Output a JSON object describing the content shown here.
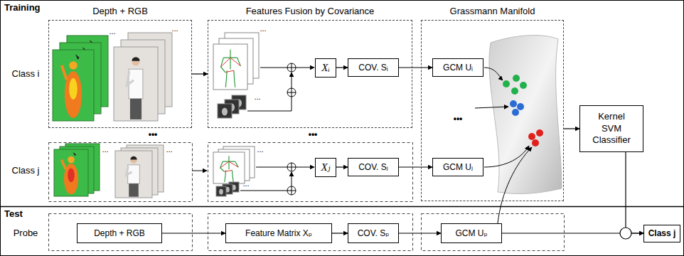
{
  "diagram": {
    "nodes": [
      {
        "text": [
          "Depth + RGB"
        ]
      },
      {
        "text": [
          "Features Fusion by Covariance"
        ]
      },
      {
        "text": [
          "Xᵢ"
        ],
        "in": 1
      },
      {
        "text": [
          "COV. Sᵢ"
        ],
        "in": 1
      },
      {
        "text": [
          "Grassmann Manifold"
        ]
      },
      {
        "text": [
          "GCM Uᵢ"
        ],
        "in": 4
      },
      {
        "text": [
          "GCM Uⱼ"
        ],
        "in": 4
      },
      {
        "text": [
          "Xⱼ"
        ]
      },
      {
        "text": [
          "COV. Sⱼ"
        ]
      },
      {
        "text": [
          "Kernel SVM Classifier"
        ]
      },
      {
        "text": [
          "Depth + RGB"
        ]
      },
      {
        "text": [
          "Feature Matrix Xₚ"
        ]
      },
      {
        "text": [
          "COV. Sₚ"
        ]
      },
      {
        "text": [
          "GCM Uₚ"
        ]
      },
      {
        "text": [
          "Class j"
        ]
      }
    ],
    "edges": [
      {
        "from": 0,
        "to": 1,
        "arrow": "to"
      },
      {
        "from": 2,
        "to": 3,
        "arrow": "to"
      },
      {
        "from": 3,
        "to": 5,
        "arrow": "to"
      },
      {
        "from": 7,
        "to": 8,
        "arrow": "to"
      },
      {
        "from": 8,
        "to": 6,
        "arrow": "to"
      },
      {
        "from": 4,
        "to": 9,
        "arrow": "to"
      },
      {
        "from": 10,
        "to": 11,
        "arrow": "to"
      },
      {
        "from": 11,
        "to": 12,
        "arrow": "to"
      },
      {
        "from": 12,
        "to": 13,
        "arrow": "to"
      },
      {
        "from": 13,
        "to": 14,
        "arrow": "to"
      },
      {
        "from": 9,
        "to": 14,
        "arrow": "to"
      }
    ],
    "labels": [
      "Training",
      "Class i",
      "...",
      "...",
      "...",
      "...",
      "•••",
      "•••",
      "•••",
      "Class j",
      "...",
      "...",
      "...",
      "...",
      "Test",
      "Probe"
    ]
  }
}
